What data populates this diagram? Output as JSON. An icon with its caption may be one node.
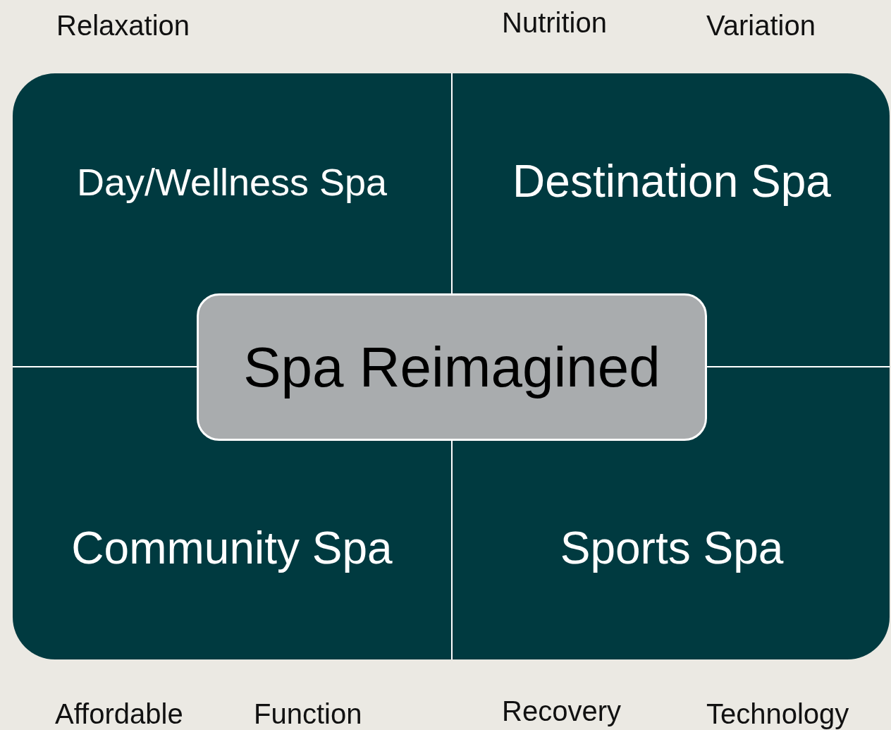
{
  "diagram": {
    "nodes": [
      {
        "text": [
          "Day/Wellness Spa"
        ]
      },
      {
        "text": [
          "Destination Spa"
        ]
      },
      {
        "text": [
          "Community Spa"
        ]
      },
      {
        "text": [
          "Sports Spa"
        ]
      },
      {
        "text": [
          "Spa Reimagined"
        ]
      }
    ],
    "labels": [
      "Relaxation",
      "Nutrition",
      "Variation",
      "Affordable",
      "Function",
      "Recovery",
      "Technology"
    ]
  }
}
